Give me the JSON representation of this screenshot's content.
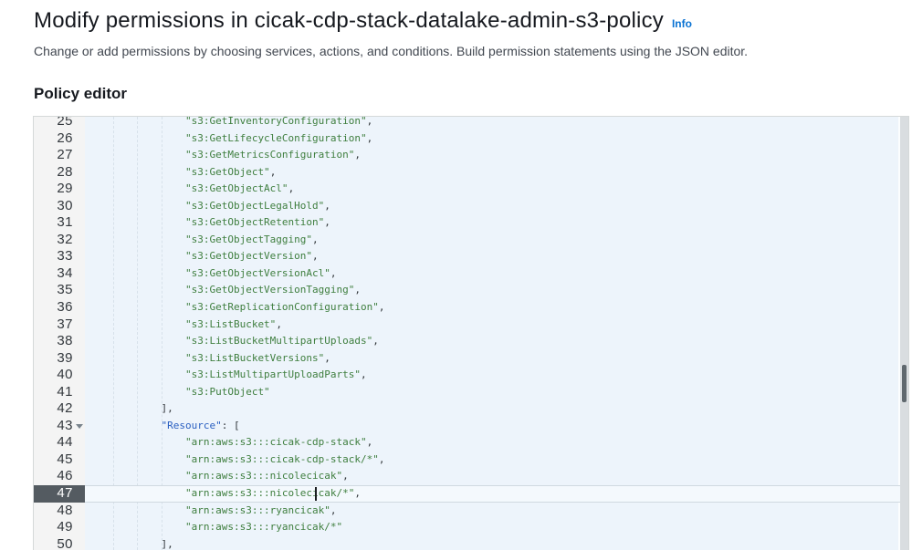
{
  "page": {
    "title": "Modify permissions in cicak-cdp-stack-datalake-admin-s3-policy",
    "info_link": "Info",
    "description": "Change or add permissions by choosing services, actions, and conditions. Build permission statements using the JSON editor.",
    "section_heading": "Policy editor"
  },
  "editor": {
    "first_line": 25,
    "last_line": 50,
    "active_line": 47,
    "cursor_line": 47,
    "folded_lines": [
      43
    ],
    "lines": [
      {
        "num": 25,
        "indent": 16,
        "tokens": [
          [
            "string",
            "\"s3:GetInventoryConfiguration\""
          ],
          [
            "plain",
            ","
          ]
        ]
      },
      {
        "num": 26,
        "indent": 16,
        "tokens": [
          [
            "string",
            "\"s3:GetLifecycleConfiguration\""
          ],
          [
            "plain",
            ","
          ]
        ]
      },
      {
        "num": 27,
        "indent": 16,
        "tokens": [
          [
            "string",
            "\"s3:GetMetricsConfiguration\""
          ],
          [
            "plain",
            ","
          ]
        ]
      },
      {
        "num": 28,
        "indent": 16,
        "tokens": [
          [
            "string",
            "\"s3:GetObject\""
          ],
          [
            "plain",
            ","
          ]
        ]
      },
      {
        "num": 29,
        "indent": 16,
        "tokens": [
          [
            "string",
            "\"s3:GetObjectAcl\""
          ],
          [
            "plain",
            ","
          ]
        ]
      },
      {
        "num": 30,
        "indent": 16,
        "tokens": [
          [
            "string",
            "\"s3:GetObjectLegalHold\""
          ],
          [
            "plain",
            ","
          ]
        ]
      },
      {
        "num": 31,
        "indent": 16,
        "tokens": [
          [
            "string",
            "\"s3:GetObjectRetention\""
          ],
          [
            "plain",
            ","
          ]
        ]
      },
      {
        "num": 32,
        "indent": 16,
        "tokens": [
          [
            "string",
            "\"s3:GetObjectTagging\""
          ],
          [
            "plain",
            ","
          ]
        ]
      },
      {
        "num": 33,
        "indent": 16,
        "tokens": [
          [
            "string",
            "\"s3:GetObjectVersion\""
          ],
          [
            "plain",
            ","
          ]
        ]
      },
      {
        "num": 34,
        "indent": 16,
        "tokens": [
          [
            "string",
            "\"s3:GetObjectVersionAcl\""
          ],
          [
            "plain",
            ","
          ]
        ]
      },
      {
        "num": 35,
        "indent": 16,
        "tokens": [
          [
            "string",
            "\"s3:GetObjectVersionTagging\""
          ],
          [
            "plain",
            ","
          ]
        ]
      },
      {
        "num": 36,
        "indent": 16,
        "tokens": [
          [
            "string",
            "\"s3:GetReplicationConfiguration\""
          ],
          [
            "plain",
            ","
          ]
        ]
      },
      {
        "num": 37,
        "indent": 16,
        "tokens": [
          [
            "string",
            "\"s3:ListBucket\""
          ],
          [
            "plain",
            ","
          ]
        ]
      },
      {
        "num": 38,
        "indent": 16,
        "tokens": [
          [
            "string",
            "\"s3:ListBucketMultipartUploads\""
          ],
          [
            "plain",
            ","
          ]
        ]
      },
      {
        "num": 39,
        "indent": 16,
        "tokens": [
          [
            "string",
            "\"s3:ListBucketVersions\""
          ],
          [
            "plain",
            ","
          ]
        ]
      },
      {
        "num": 40,
        "indent": 16,
        "tokens": [
          [
            "string",
            "\"s3:ListMultipartUploadParts\""
          ],
          [
            "plain",
            ","
          ]
        ]
      },
      {
        "num": 41,
        "indent": 16,
        "tokens": [
          [
            "string",
            "\"s3:PutObject\""
          ]
        ]
      },
      {
        "num": 42,
        "indent": 12,
        "tokens": [
          [
            "plain",
            "],"
          ]
        ]
      },
      {
        "num": 43,
        "indent": 12,
        "fold": true,
        "tokens": [
          [
            "key",
            "\"Resource\""
          ],
          [
            "plain",
            ": ["
          ]
        ]
      },
      {
        "num": 44,
        "indent": 16,
        "tokens": [
          [
            "string",
            "\"arn:aws:s3:::cicak-cdp-stack\""
          ],
          [
            "plain",
            ","
          ]
        ]
      },
      {
        "num": 45,
        "indent": 16,
        "tokens": [
          [
            "string",
            "\"arn:aws:s3:::cicak-cdp-stack/*\""
          ],
          [
            "plain",
            ","
          ]
        ]
      },
      {
        "num": 46,
        "indent": 16,
        "tokens": [
          [
            "string",
            "\"arn:aws:s3:::nicolecicak\""
          ],
          [
            "plain",
            ","
          ]
        ]
      },
      {
        "num": 47,
        "indent": 16,
        "tokens": [
          [
            "string",
            "\"arn:aws:s3:::nicolecicak/*\""
          ],
          [
            "plain",
            ","
          ]
        ]
      },
      {
        "num": 48,
        "indent": 16,
        "tokens": [
          [
            "string",
            "\"arn:aws:s3:::ryancicak\""
          ],
          [
            "plain",
            ","
          ]
        ]
      },
      {
        "num": 49,
        "indent": 16,
        "tokens": [
          [
            "string",
            "\"arn:aws:s3:::ryancicak/*\""
          ]
        ]
      },
      {
        "num": 50,
        "indent": 12,
        "tokens": [
          [
            "plain",
            "],"
          ]
        ]
      }
    ]
  },
  "colors": {
    "title_color": "#16191f",
    "desc_color": "#414750",
    "info_link": "#0972d3",
    "editor_bg": "#edf4fb",
    "editor_border": "#d5d9d9",
    "gutter_bg": "#f4f4f4",
    "gutter_text": "#33383d",
    "active_gutter_bg": "#545b61",
    "active_line_bg": "#f4f9fd",
    "active_line_border": "#d0d9e0",
    "guide_color": "#d7e1ea",
    "string": "#3e7e3e",
    "key": "#2a5fc1",
    "plain": "#303539",
    "scroll_track": "#d9dde0",
    "scroll_thumb": "#5f686e"
  }
}
